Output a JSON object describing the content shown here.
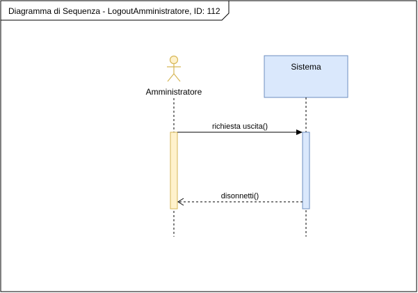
{
  "frame": {
    "title": "Diagramma di Sequenza - LogoutAmministratore, ID: 112"
  },
  "participants": {
    "actor": {
      "label": "Amministratore",
      "type": "actor"
    },
    "system": {
      "label": "Sistema",
      "type": "box"
    }
  },
  "messages": [
    {
      "label": "richiesta uscita()",
      "from": "Amministratore",
      "to": "Sistema",
      "style": "solid"
    },
    {
      "label": "disonnetti()",
      "from": "Sistema",
      "to": "Amministratore",
      "style": "dashed"
    }
  ],
  "colors": {
    "actor_fill": "#fff2cc",
    "actor_stroke": "#d6b656",
    "system_fill": "#dae8fc",
    "system_stroke": "#6c8ebf",
    "line": "#000000",
    "frame_stroke": "#000000",
    "frame_label_fill": "#ffffff"
  }
}
